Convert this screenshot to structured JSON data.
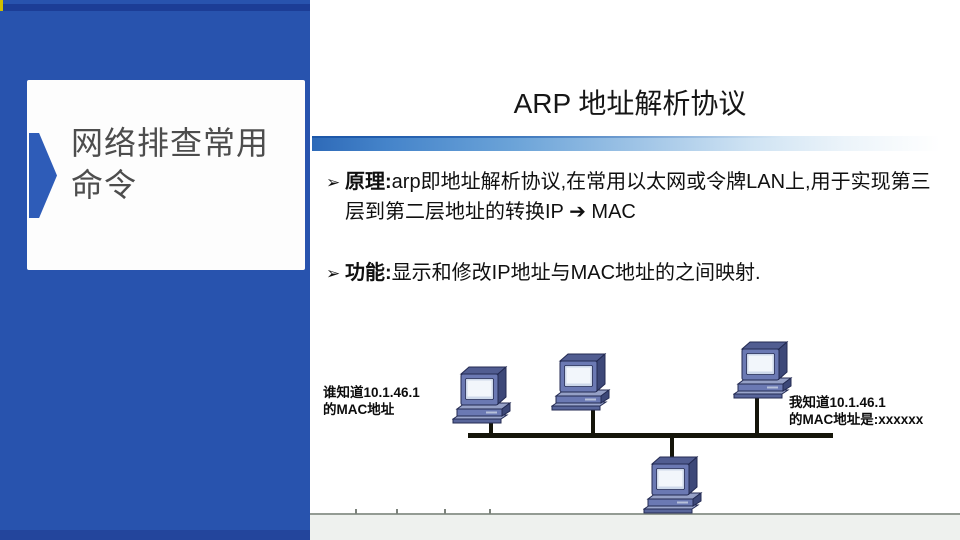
{
  "sidebar": {
    "title_line1": "网络排查常用",
    "title_line2": "命令"
  },
  "content": {
    "title": "ARP 地址解析协议",
    "bullet_glyph": "➢",
    "bullets": [
      {
        "label": "原理:",
        "text": "arp即地址解析协议,在常用以太网或令牌LAN上,用于实现第三层到第二层地址的转换IP ➔ MAC"
      },
      {
        "label": "功能:",
        "text": "显示和修改IP地址与MAC地址的之间映射."
      }
    ]
  },
  "diagram": {
    "left_label": {
      "line1": "谁知道10.1.46.1",
      "line2": "的MAC地址"
    },
    "right_label": {
      "line1": "我知道10.1.46.1",
      "line2": "的MAC地址是:xxxxxx"
    },
    "icons": {
      "computer": "workstation-computer-icon",
      "chevron": "chevron-right-icon",
      "bullet": "arrow-bullet-icon"
    }
  },
  "colors": {
    "panel_blue": "#2853ae",
    "chevron_blue": "#2e5cb8",
    "divider_blue": "#2e6ab8",
    "bus_line": "#15150a",
    "card_text": "#4d4d4d"
  }
}
